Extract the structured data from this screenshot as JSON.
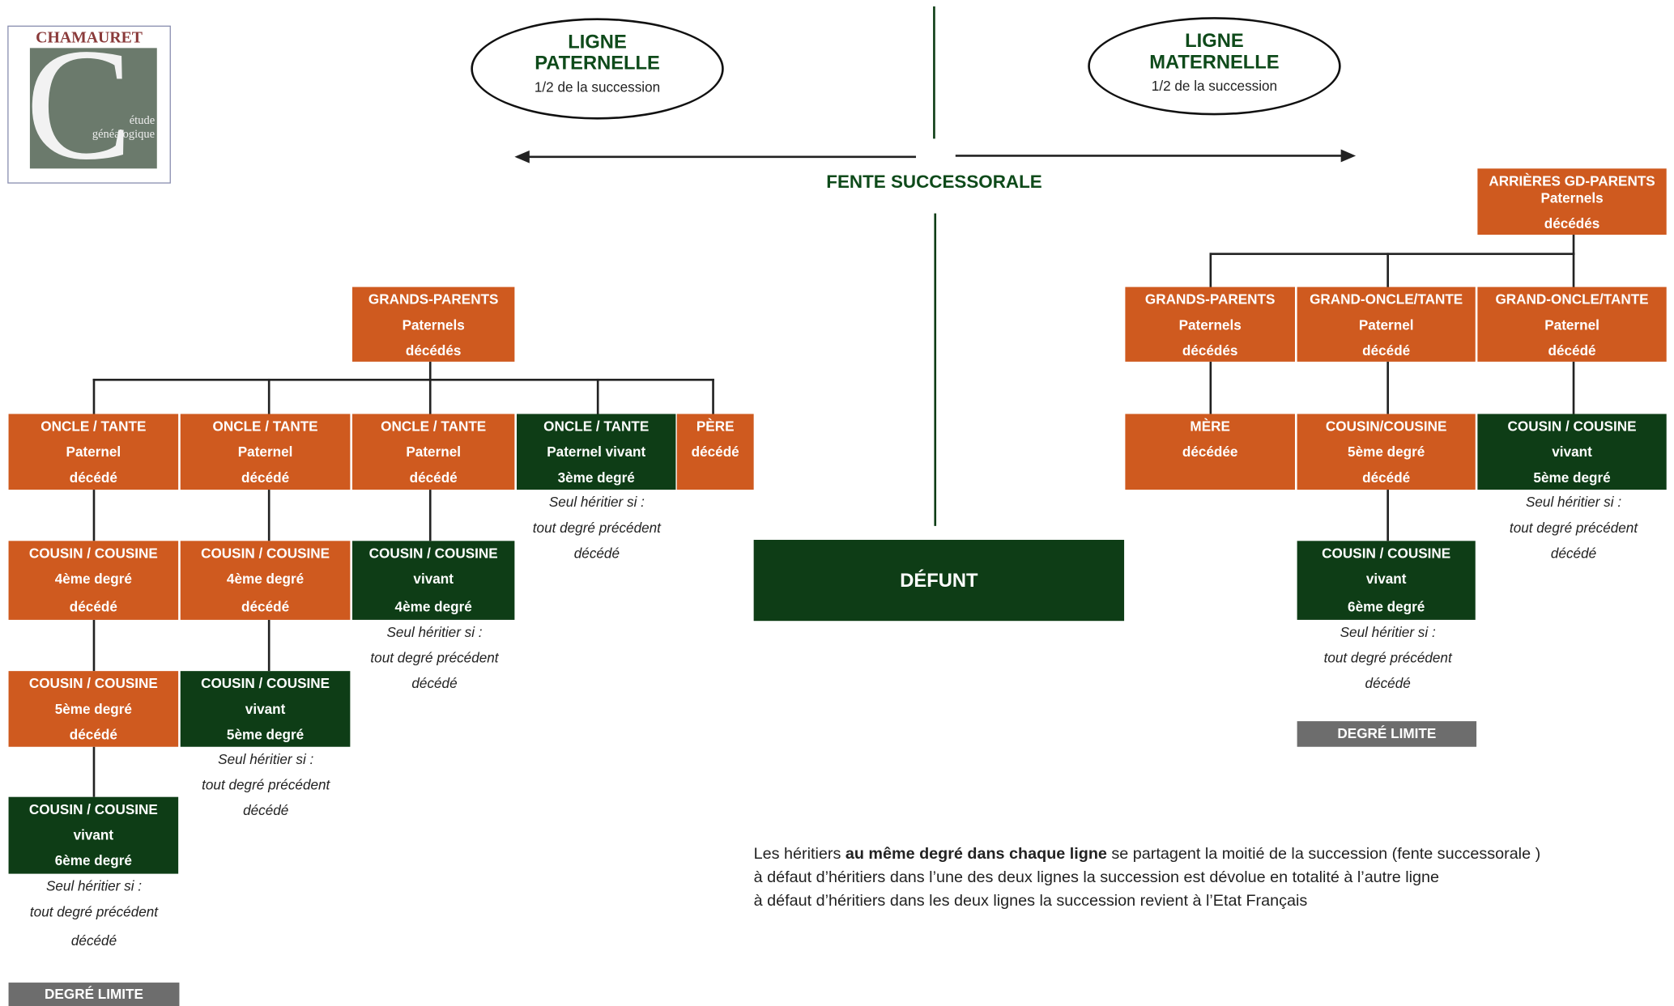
{
  "logo": {
    "name": "CHAMAURET",
    "subtitle_1": "étude",
    "subtitle_2": "généalogique"
  },
  "header": {
    "paternal": {
      "title_1": "LIGNE",
      "title_2": "PATERNELLE",
      "share": "1/2 de la succession"
    },
    "maternal": {
      "title_1": "LIGNE",
      "title_2": "MATERNELLE",
      "share": "1/2 de la succession"
    },
    "fente": "FENTE SUCCESSORALE"
  },
  "boxes": {
    "arr_gd": [
      "ARRIÈRES GD-PARENTS",
      "Paternels",
      "décédés"
    ],
    "gp_pat": [
      "GRANDS-PARENTS",
      "Paternels",
      "décédés"
    ],
    "gp_mat": [
      "GRANDS-PARENTS",
      "Paternels",
      "décédés"
    ],
    "go_1": [
      "GRAND-ONCLE/TANTE",
      "Paternel",
      "décédé"
    ],
    "go_2": [
      "GRAND-ONCLE/TANTE",
      "Paternel",
      "décédé"
    ],
    "ot_1": [
      "ONCLE / TANTE",
      "Paternel",
      "décédé"
    ],
    "ot_2": [
      "ONCLE / TANTE",
      "Paternel",
      "décédé"
    ],
    "ot_3": [
      "ONCLE / TANTE",
      "Paternel",
      "décédé"
    ],
    "ot_4": [
      "ONCLE / TANTE",
      "Paternel vivant",
      "3ème degré"
    ],
    "pere": [
      "PÈRE",
      "décédé"
    ],
    "mere": [
      "MÈRE",
      "décédée"
    ],
    "cc_m5": [
      "COUSIN/COUSINE",
      "5ème degré",
      "décédé"
    ],
    "cc_m5v": [
      "COUSIN / COUSINE",
      "vivant",
      "5ème degré"
    ],
    "c1_4": [
      "COUSIN / COUSINE",
      "4ème degré",
      "décédé"
    ],
    "c2_4": [
      "COUSIN / COUSINE",
      "4ème degré",
      "décédé"
    ],
    "c3_4v": [
      "COUSIN / COUSINE",
      "vivant",
      "4ème degré"
    ],
    "c1_5": [
      "COUSIN / COUSINE",
      "5ème degré",
      "décédé"
    ],
    "c2_5v": [
      "COUSIN / COUSINE",
      "vivant",
      "5ème degré"
    ],
    "c1_6v": [
      "COUSIN / COUSINE",
      "vivant",
      "6ème degré"
    ],
    "cm_6v": [
      "COUSIN / COUSINE",
      "vivant",
      "6ème degré"
    ],
    "defunt": [
      "DÉFUNT"
    ]
  },
  "note": [
    "Seul héritier si :",
    "tout degré précédent",
    "décédé"
  ],
  "degre_limite": "DEGRÉ LIMITE",
  "legend": {
    "line1_pre": "Les héritiers ",
    "line1_bold": "au même degré dans chaque ligne",
    "line1_post": " se partagent la moitié de la succession (fente successorale )",
    "line2": "à défaut d’héritiers dans l’une des deux lignes la succession est dévolue en totalité à l’autre ligne",
    "line3": "à défaut d’héritiers dans les deux lignes la succession revient à l’Etat Français"
  }
}
